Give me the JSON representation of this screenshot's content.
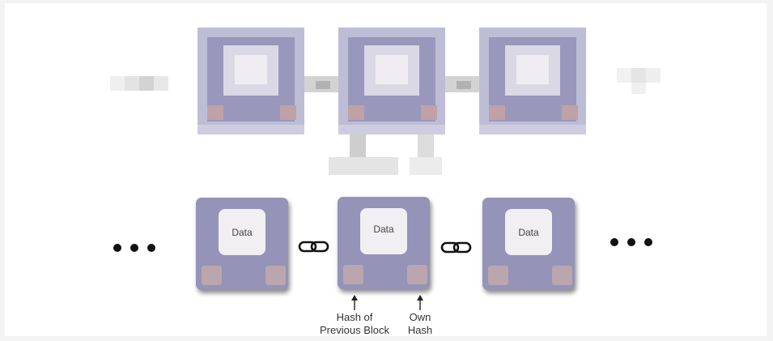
{
  "blocks": [
    {
      "data_label": "Data"
    },
    {
      "data_label": "Data"
    },
    {
      "data_label": "Data"
    }
  ],
  "annotations": {
    "prev_hash_line1": "Hash of",
    "prev_hash_line2": "Previous Block",
    "own_hash_line1": "Own",
    "own_hash_line2": "Hash"
  },
  "colors": {
    "block": "#9593b8",
    "data_box": "#f1eff2",
    "hash_square": "#baa7ad",
    "link": "#111111"
  },
  "icons": {
    "ellipsis": "ellipsis-icon",
    "chain_link": "chain-link-icon",
    "arrow": "arrow-up-icon"
  }
}
